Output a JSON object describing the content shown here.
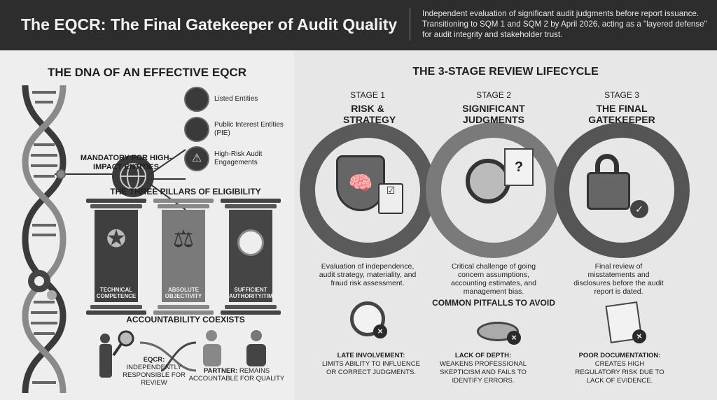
{
  "header": {
    "title": "The EQCR: The Final Gatekeeper of Audit Quality",
    "subtitle": "Independent evaluation of significant audit judgments before report issuance. Transitioning to SQM 1 and SQM 2 by April 2026, acting as a \"layered defense\" for audit integrity and stakeholder trust."
  },
  "left": {
    "title": "THE DNA OF AN EFFECTIVE EQCR",
    "mandatory": "MANDATORY FOR HIGH-IMPACT ENTITIES",
    "entities": [
      {
        "icon": "building-icon",
        "label": "Listed Entities"
      },
      {
        "icon": "institution-icon",
        "label": "Public Interest Entities (PIE)"
      },
      {
        "icon": "warning-icon",
        "label": "High-Risk Audit Engagements"
      }
    ],
    "pillars_title": "THE THREE PILLARS OF ELIGIBILITY",
    "pillars": [
      {
        "icon": "award-ribbon-icon",
        "label": "TECHNICAL COMPETENCE",
        "color": "#3f3f3f"
      },
      {
        "icon": "scales-icon",
        "label": "ABSOLUTE OBJECTIVITY",
        "color": "#7a7a7a"
      },
      {
        "icon": "clock-gavel-icon",
        "label": "SUFFICIENT AUTHORITY/TIME",
        "color": "#454545"
      }
    ],
    "accountability_title": "ACCOUNTABILITY COEXISTS",
    "eqcr_label": "EQCR:",
    "eqcr_text": "INDEPENDENTLY RESPONSIBLE FOR REVIEW",
    "partner_label": "PARTNER:",
    "partner_text": "REMAINS ACCOUNTABLE FOR QUALITY"
  },
  "right": {
    "title": "THE 3-STAGE REVIEW LIFECYCLE",
    "stages": [
      {
        "num": "STAGE 1",
        "name": "RISK & STRATEGY",
        "desc": "Evaluation of independence, audit strategy, materiality, and fraud risk assessment."
      },
      {
        "num": "STAGE 2",
        "name": "SIGNIFICANT JUDGMENTS",
        "desc": "Critical challenge of going concern assumptions, accounting estimates, and management bias."
      },
      {
        "num": "STAGE 3",
        "name": "THE FINAL GATEKEEPER",
        "desc": "Final review of misstatements and disclosures before the audit report is dated."
      }
    ],
    "pitfalls_title": "COMMON PITFALLS TO AVOID",
    "pitfalls": [
      {
        "title": "LATE INVOLVEMENT:",
        "text": "LIMITS ABILITY TO INFLUENCE OR CORRECT JUDGMENTS."
      },
      {
        "title": "LACK OF DEPTH:",
        "text": "WEAKENS PROFESSIONAL SKEPTICISM AND FAILS TO IDENTIFY ERRORS."
      },
      {
        "title": "POOR DOCUMENTATION:",
        "text": "CREATES HIGH REGULATORY RISK DUE TO LACK OF EVIDENCE."
      }
    ]
  }
}
